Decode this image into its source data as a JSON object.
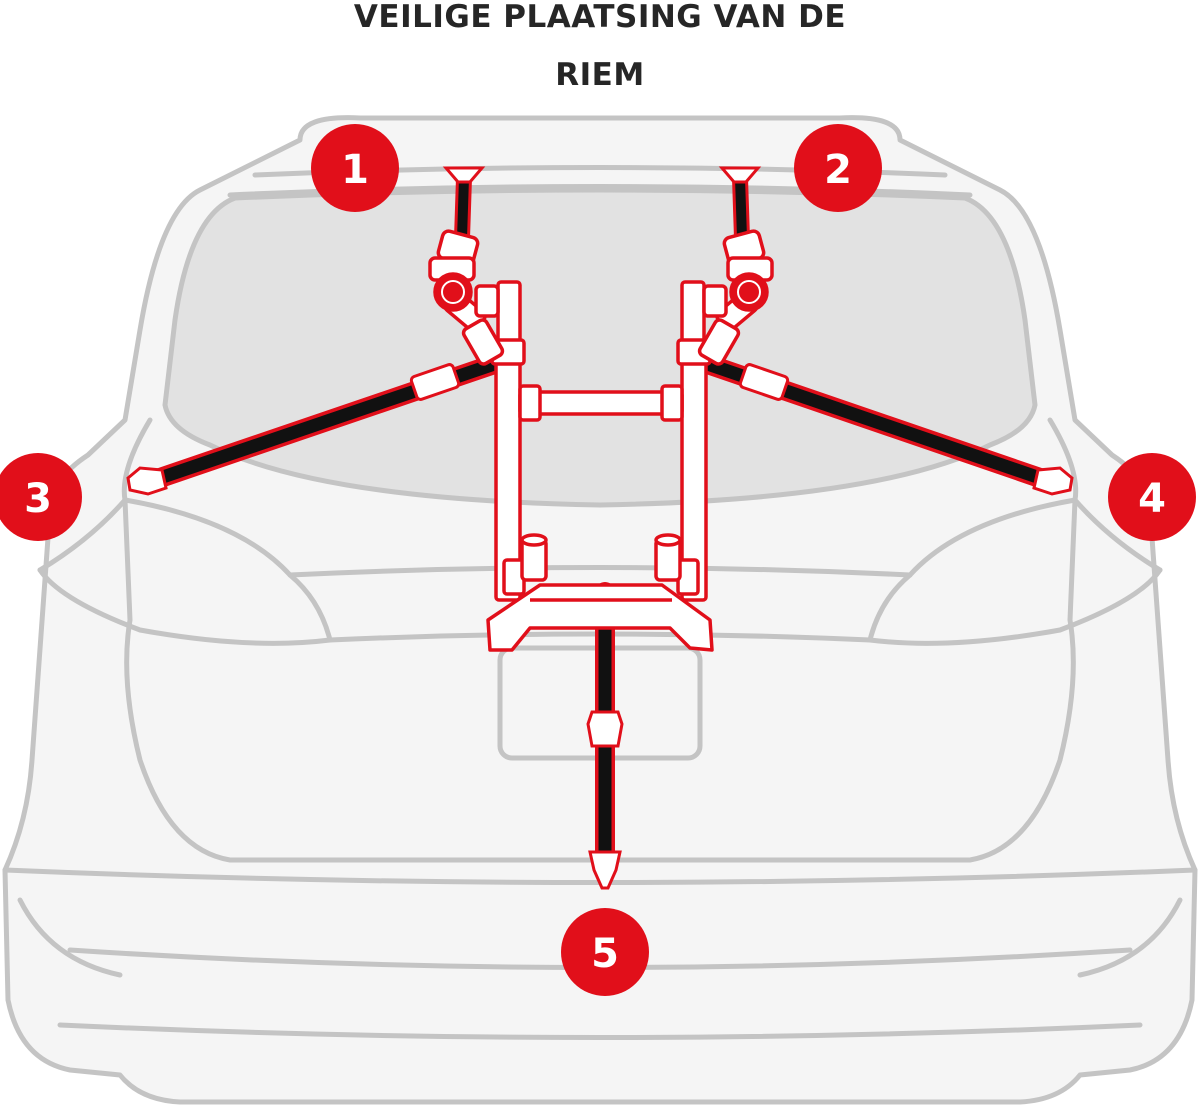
{
  "title": {
    "line1": "VEILIGE PLAATSING VAN DE",
    "line2": "RIEM"
  },
  "colors": {
    "accent": "#e10f1a",
    "strap": "#111111",
    "car_outline": "#c4c4c4",
    "car_fill": "#f5f5f5",
    "window_fill": "#e2e2e2"
  },
  "markers": [
    {
      "label": "1"
    },
    {
      "label": "2"
    },
    {
      "label": "3"
    },
    {
      "label": "4"
    },
    {
      "label": "5"
    }
  ]
}
